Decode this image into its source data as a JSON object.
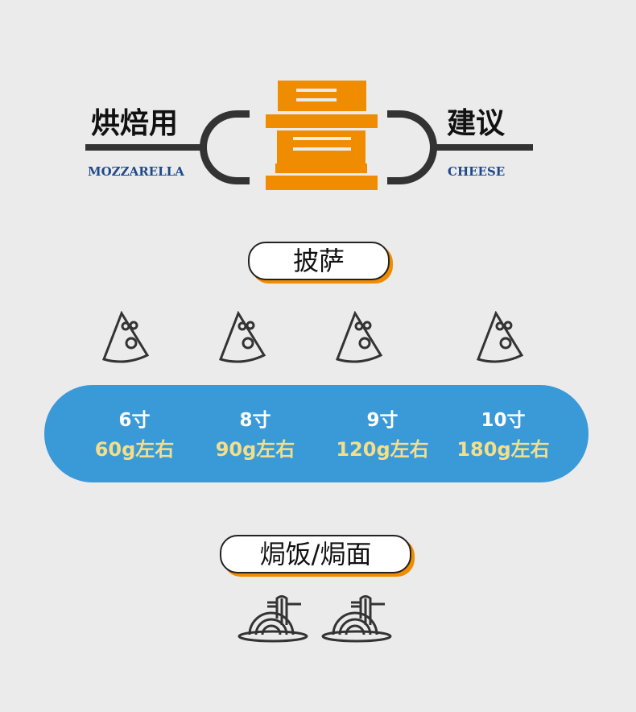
{
  "header": {
    "left_cn": "烘焙用",
    "left_en": "MOZZARELLA",
    "center_logo": "量",
    "right_cn": "建议",
    "right_en": "CHEESE",
    "accent": "#f08c00"
  },
  "pizza": {
    "title": "披萨",
    "items": [
      {
        "size": "6寸",
        "amount": "60g左右"
      },
      {
        "size": "8寸",
        "amount": "90g左右"
      },
      {
        "size": "9寸",
        "amount": "120g左右"
      },
      {
        "size": "10寸",
        "amount": "180g左右"
      }
    ],
    "band_color": "#3a9ad8"
  },
  "rice": {
    "title": "焗饭/焗面"
  }
}
